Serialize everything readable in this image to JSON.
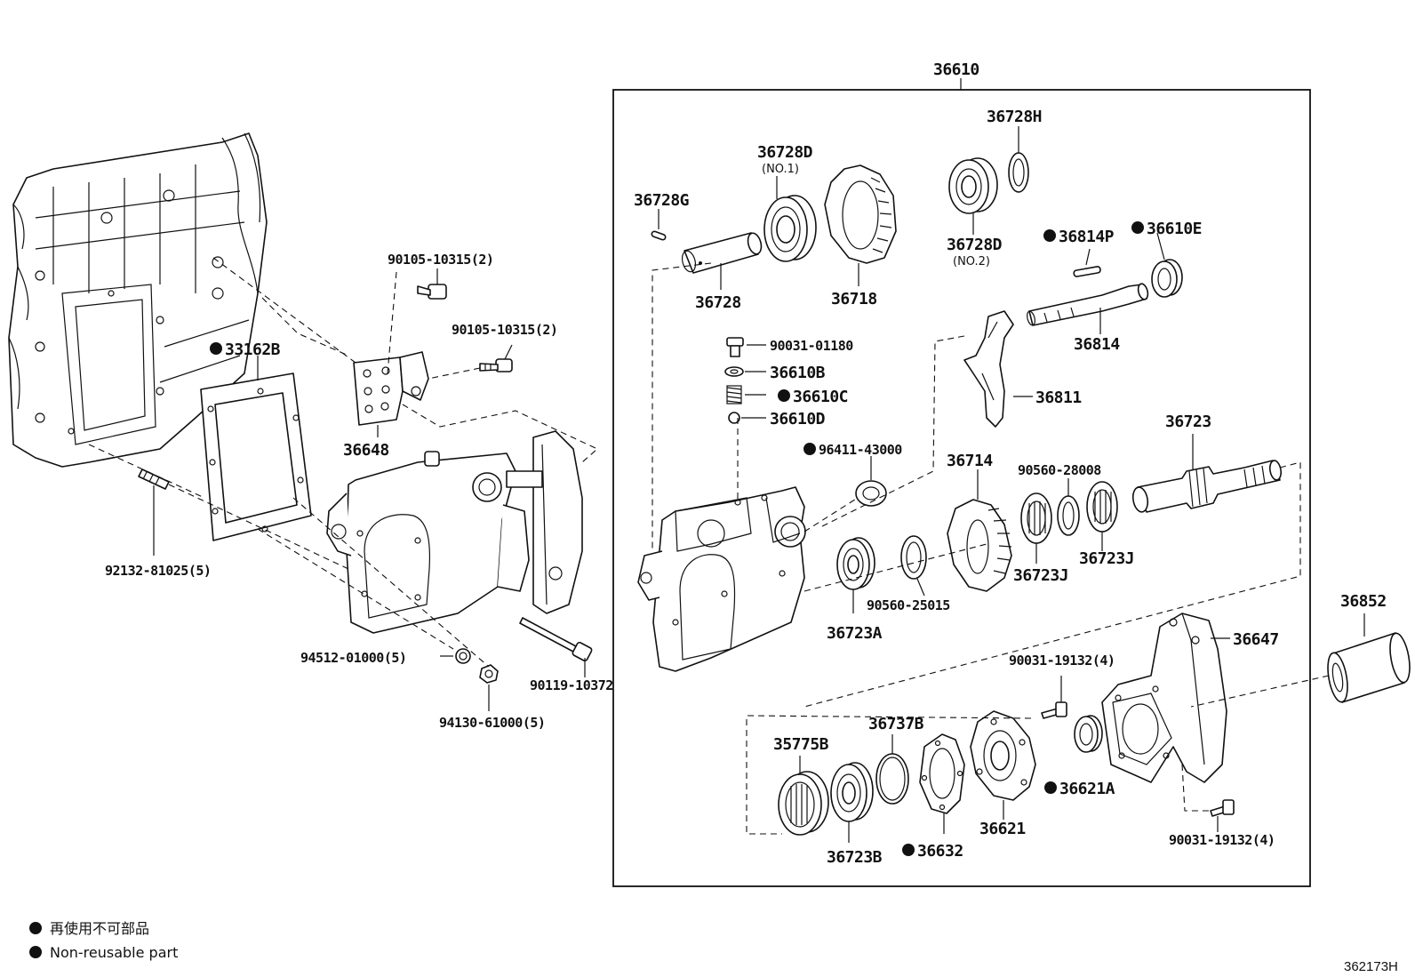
{
  "assembly": {
    "main_part": "36610"
  },
  "labels": {
    "p_36728G": "36728G",
    "p_36728": "36728",
    "p_36728D_1": "36728D",
    "p_36728D_1_note": "(NO.1)",
    "p_36718": "36718",
    "p_36728H": "36728H",
    "p_36728D_2": "36728D",
    "p_36728D_2_note": "(NO.2)",
    "p_36814P": "36814P",
    "p_36610E": "36610E",
    "p_36814": "36814",
    "p_36811": "36811",
    "p_90031_01180": "90031-01180",
    "p_36610B": "36610B",
    "p_36610C": "36610C",
    "p_36610D": "36610D",
    "p_96411_43000": "96411-43000",
    "p_36714": "36714",
    "p_90560_28008": "90560-28008",
    "p_36723": "36723",
    "p_36723J_1": "36723J",
    "p_36723J_2": "36723J",
    "p_90560_25015": "90560-25015",
    "p_36723A": "36723A",
    "p_36852": "36852",
    "p_36647": "36647",
    "p_90031_19132_a": "90031-19132(4)",
    "p_90031_19132_b": "90031-19132(4)",
    "p_35775B": "35775B",
    "p_36737B": "36737B",
    "p_36723B": "36723B",
    "p_36632": "36632",
    "p_36621": "36621",
    "p_36621A": "36621A",
    "p_90105_10315_a": "90105-10315(2)",
    "p_90105_10315_b": "90105-10315(2)",
    "p_33162B": "33162B",
    "p_36648": "36648",
    "p_92132_81025": "92132-81025(5)",
    "p_94512_01000": "94512-01000(5)",
    "p_90119_10372": "90119-10372",
    "p_94130_61000": "94130-61000(5)"
  },
  "legend": {
    "line_jp": "再使用不可部品",
    "line_en": "Non-reusable part"
  },
  "reference_code": "362173H"
}
